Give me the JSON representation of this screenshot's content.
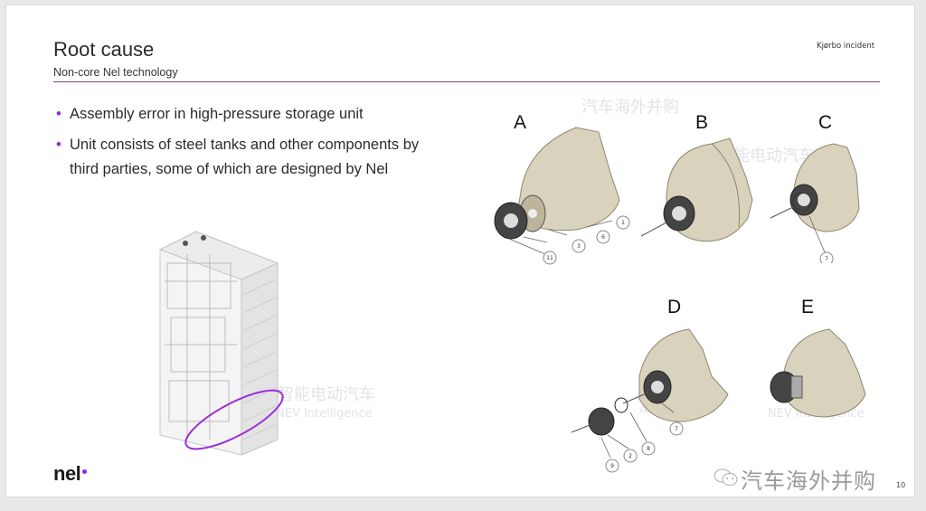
{
  "slide": {
    "title": "Root cause",
    "subtitle": "Non-core Nel technology",
    "tag": "Kjørbo incident",
    "bullets": [
      "Assembly error in high-pressure storage unit",
      "Unit consists of steel tanks and other components by third parties, some of which are designed by Nel"
    ],
    "bullet_char": "•",
    "logo": "nel",
    "page_number": "10"
  },
  "diagram": {
    "panels": [
      "A",
      "B",
      "C",
      "D",
      "E"
    ],
    "callouts_A": [
      "1",
      "6",
      "3",
      "11"
    ],
    "callout_C": "7",
    "callouts_D": [
      "7",
      "8",
      "2",
      "9"
    ]
  },
  "watermark": {
    "corner": "汽车海外并购",
    "texts": [
      "汽车海外并购",
      "智能电动汽车",
      "Automergers",
      "NEV Intelligence"
    ]
  },
  "colors": {
    "accent": "#8a2be2",
    "rule": "#6a4d78",
    "tank": "#d9d2bd"
  }
}
